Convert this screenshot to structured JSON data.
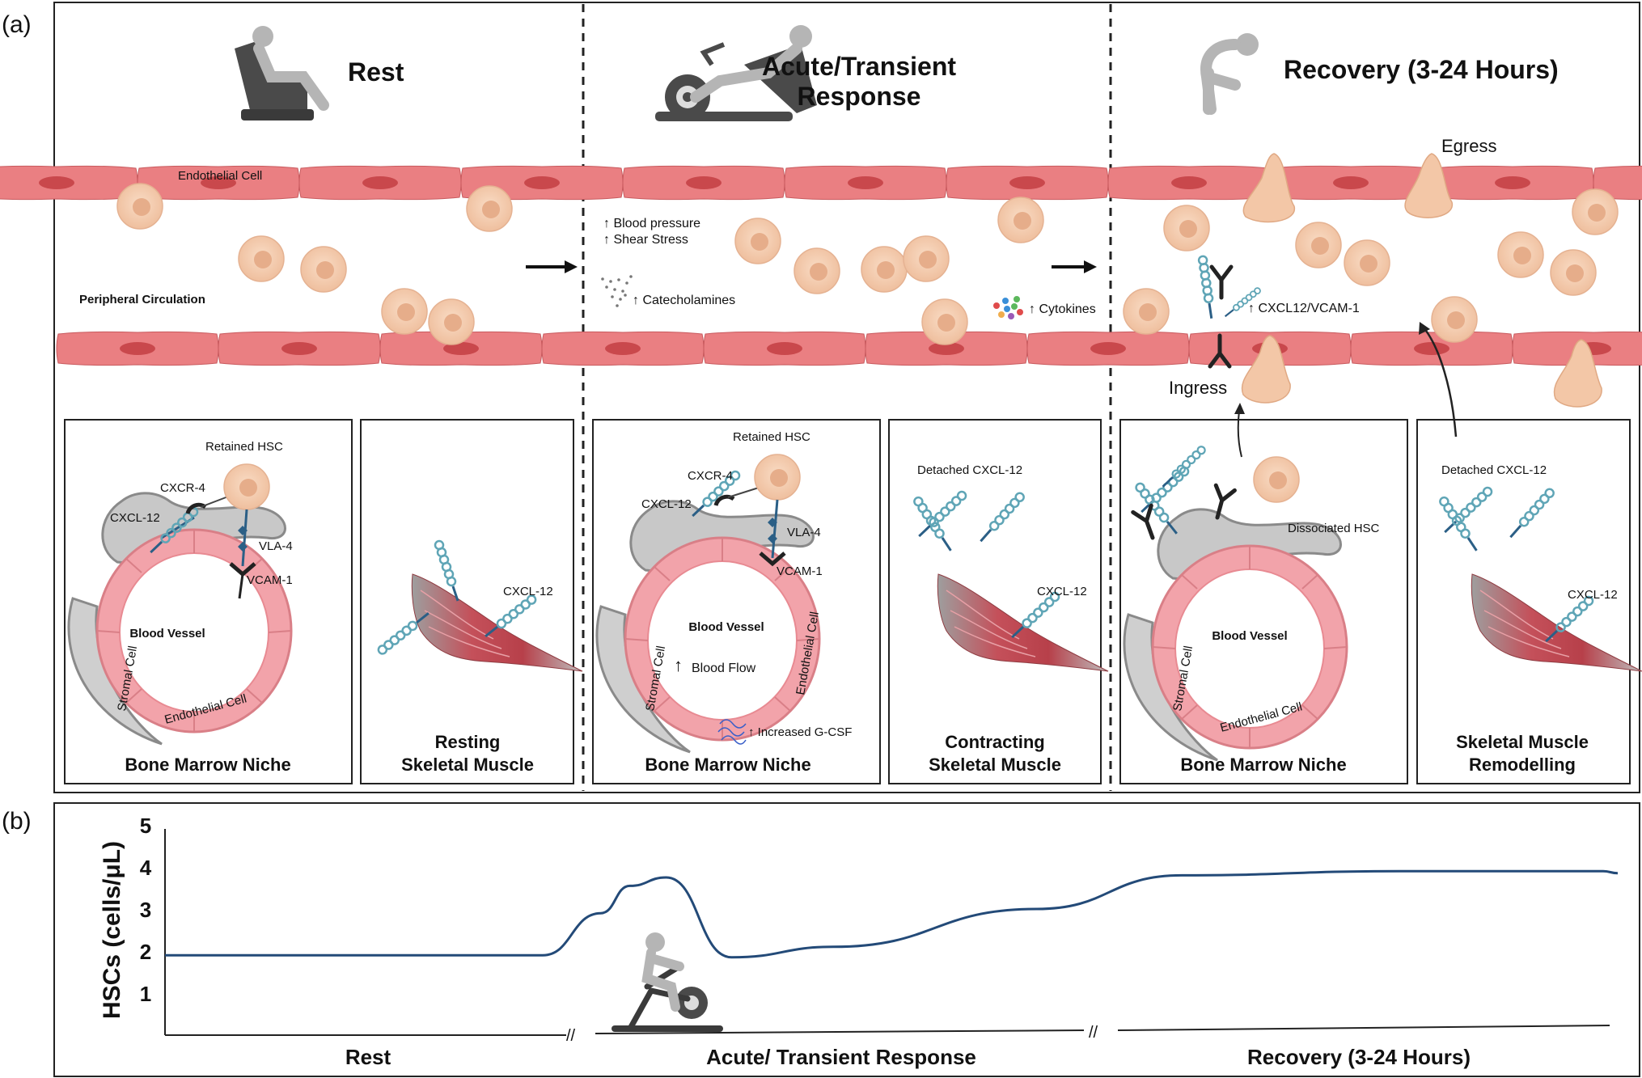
{
  "panel_a": {
    "letter": "(a)",
    "phases": [
      {
        "title": "Rest"
      },
      {
        "title_line1": "Acute/Transient",
        "title_line2": "Response"
      },
      {
        "title": "Recovery (3-24 Hours)"
      }
    ],
    "vessel": {
      "endothelial_label": "Endothelial Cell",
      "circulation_label": "Peripheral Circulation",
      "acute_notes": [
        "↑ Blood pressure",
        "↑ Shear Stress",
        "↑ Catecholamines",
        "↑ Cytokines"
      ],
      "recovery_notes": {
        "chemokine": "↑ CXCL12/VCAM-1",
        "egress": "Egress",
        "ingress": "Ingress"
      }
    },
    "boxes": {
      "rest_niche": {
        "title": "Bone Marrow Niche",
        "retained": "Retained HSC",
        "cxcr4": "CXCR-4",
        "cxcl12": "CXCL-12",
        "vla4": "VLA-4",
        "vcam1": "VCAM-1",
        "blood_vessel": "Blood Vessel",
        "stromal": "Stromal Cell",
        "endothelial": "Endothelial Cell"
      },
      "rest_muscle": {
        "title_line1": "Resting",
        "title_line2": "Skeletal Muscle",
        "cxcl12": "CXCL-12"
      },
      "acute_niche": {
        "title": "Bone Marrow Niche",
        "retained": "Retained HSC",
        "cxcr4": "CXCR-4",
        "cxcl12": "CXCL-12",
        "vla4": "VLA-4",
        "vcam1": "VCAM-1",
        "blood_vessel": "Blood Vessel",
        "blood_flow": "Blood Flow",
        "stromal": "Stromal Cell",
        "endothelial": "Endothelial Cell",
        "gcsf": "↑ Increased G-CSF"
      },
      "acute_muscle": {
        "title_line1": "Contracting",
        "title_line2": "Skeletal Muscle",
        "detached": "Detached CXCL-12",
        "cxcl12": "CXCL-12"
      },
      "recovery_niche": {
        "title": "Bone Marrow Niche",
        "dissociated": "Dissociated HSC",
        "blood_vessel": "Blood Vessel",
        "stromal": "Stromal Cell",
        "endothelial": "Endothelial Cell"
      },
      "recovery_muscle": {
        "title_line1": "Skeletal Muscle",
        "title_line2": "Remodelling",
        "detached": "Detached CXCL-12",
        "cxcl12": "CXCL-12"
      }
    }
  },
  "panel_b": {
    "letter": "(b)",
    "ylabel": "HSCs (cells/μL)",
    "yticks": [
      "1",
      "2",
      "3",
      "4",
      "5"
    ],
    "phase_labels": [
      "Rest",
      "Acute/ Transient Response",
      "Recovery (3-24 Hours)"
    ],
    "break_mark": "//"
  },
  "chart_data": {
    "type": "line",
    "ylabel": "HSCs (cells/μL)",
    "ylim": [
      0,
      5
    ],
    "x_phases": [
      "Rest",
      "Acute/ Transient Response",
      "Recovery (3-24 Hours)"
    ],
    "series": [
      {
        "points": [
          [
            0.0,
            1.9
          ],
          [
            0.26,
            1.9
          ],
          [
            0.3,
            2.9
          ],
          [
            0.32,
            3.55
          ],
          [
            0.345,
            3.75
          ],
          [
            0.39,
            1.85
          ],
          [
            0.46,
            2.1
          ],
          [
            0.6,
            3.0
          ],
          [
            0.7,
            3.8
          ],
          [
            0.85,
            3.9
          ],
          [
            0.99,
            3.9
          ],
          [
            1.0,
            3.85
          ]
        ]
      }
    ]
  },
  "colors": {
    "endothelium": "#e8787a",
    "nucleus": "#c9484c",
    "hsc": "#f6cfb2",
    "hsc_nucleus": "#e9b08e",
    "stromal": "#c7c7c7",
    "chemokine": "#5fa5b6",
    "vla4": "#2b5f86",
    "line": "#234a78",
    "muscle": "#b8424a"
  }
}
